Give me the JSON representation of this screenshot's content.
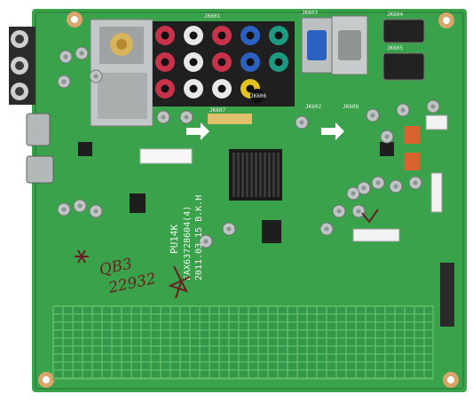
{
  "board": {
    "model_lines": [
      "PU14K",
      "EAX63728604(4)",
      "2011.03.15 B.K.H"
    ],
    "connector_labels": [
      "JK601",
      "JK603",
      "JK604",
      "JK605",
      "JK606",
      "JK607",
      "JK602",
      "JK608"
    ],
    "handwriting": [
      "QB3",
      "22932"
    ],
    "colors": {
      "pcb": "#39a24a",
      "pcb_dark": "#2e8a3d",
      "trace": "#5cb965",
      "silkscreen": "#eef4ee",
      "marker": "#6a1e22",
      "metal": "#bfc4c4",
      "jack_red": "#c8334a",
      "jack_white": "#e8e8e8",
      "jack_blue": "#2b62c2",
      "jack_green": "#1d9a83",
      "jack_yellow": "#e4c21e"
    }
  }
}
